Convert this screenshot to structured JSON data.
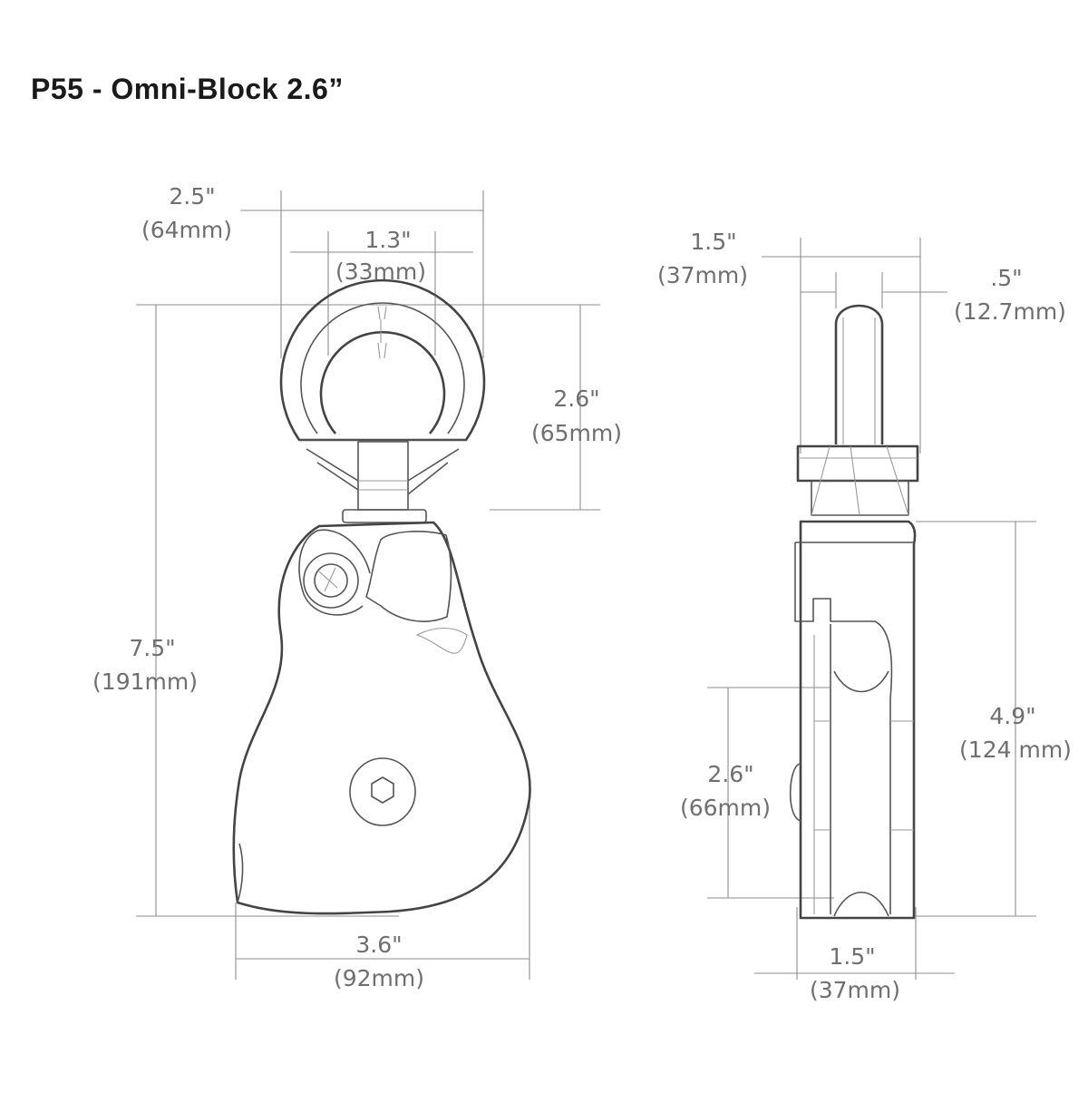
{
  "title": "P55 - Omni-Block 2.6”",
  "front_view": {
    "overall_width": {
      "inch": "2.5\"",
      "mm": "(64mm)"
    },
    "eye_inner_width": {
      "inch": "1.3\"",
      "mm": "(33mm)"
    },
    "swivel_height": {
      "inch": "2.6\"",
      "mm": "(65mm)"
    },
    "overall_height": {
      "inch": "7.5\"",
      "mm": "(191mm)"
    },
    "body_width": {
      "inch": "3.6\"",
      "mm": "(92mm)"
    }
  },
  "side_view": {
    "eye_width": {
      "inch": "1.5\"",
      "mm": "(37mm)"
    },
    "eye_thickness": {
      "inch": ".5\"",
      "mm": "(12.7mm)"
    },
    "body_height": {
      "inch": "4.9\"",
      "mm": "(124 mm)"
    },
    "sheave_diameter": {
      "inch": "2.6\"",
      "mm": "(66mm)"
    },
    "body_thickness": {
      "inch": "1.5\"",
      "mm": "(37mm)"
    }
  }
}
